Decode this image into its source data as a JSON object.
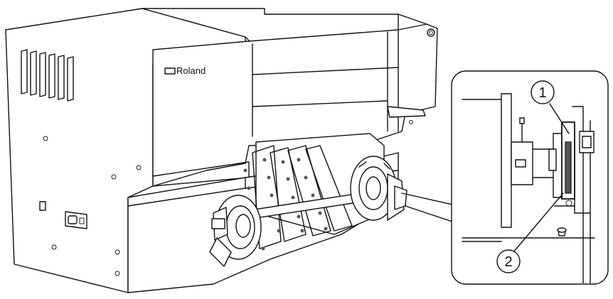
{
  "brand": {
    "label": "Roland"
  },
  "callouts": [
    {
      "id": "callout-1",
      "label": "1"
    },
    {
      "id": "callout-2",
      "label": "2"
    }
  ],
  "colors": {
    "line": "#111111",
    "background": "#ffffff",
    "shade": "#555555"
  }
}
